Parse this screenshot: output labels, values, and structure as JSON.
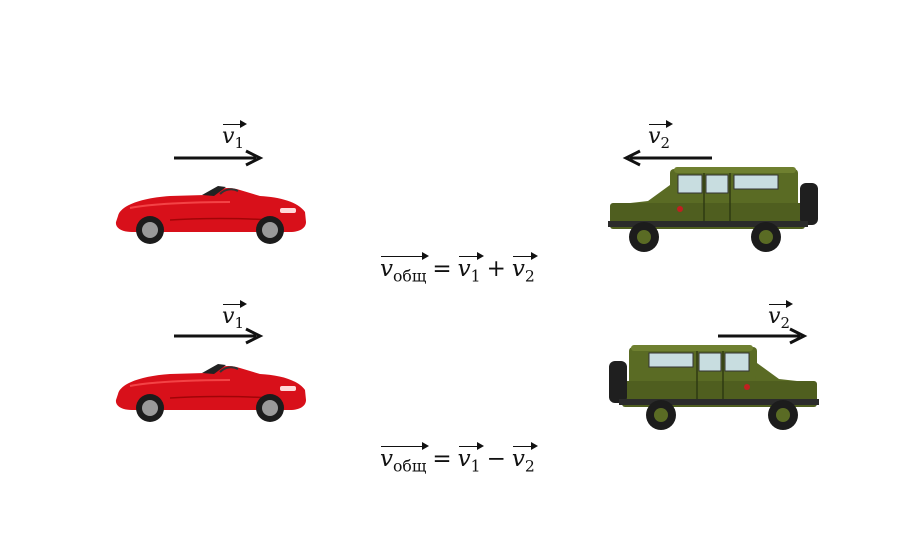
{
  "labels": {
    "v1_top": {
      "base": "v",
      "sub": "1"
    },
    "v2_top": {
      "base": "v",
      "sub": "2"
    },
    "v1_bottom": {
      "base": "v",
      "sub": "1"
    },
    "v2_bottom": {
      "base": "v",
      "sub": "2"
    }
  },
  "formula_sum": {
    "lhs_base": "v",
    "lhs_sub": "общ",
    "equals": "=",
    "t1_base": "v",
    "t1_sub": "1",
    "op": "+",
    "t2_base": "v",
    "t2_sub": "2"
  },
  "formula_diff": {
    "lhs_base": "v",
    "lhs_sub": "общ",
    "equals": "=",
    "t1_base": "v",
    "t1_sub": "1",
    "op": "−",
    "t2_base": "v",
    "t2_sub": "2"
  },
  "colors": {
    "car_body": "#d8101a",
    "jeep_body": "#5a6b24",
    "arrow": "#111111"
  },
  "icons": [
    "red-convertible-car-icon",
    "military-jeep-icon"
  ]
}
